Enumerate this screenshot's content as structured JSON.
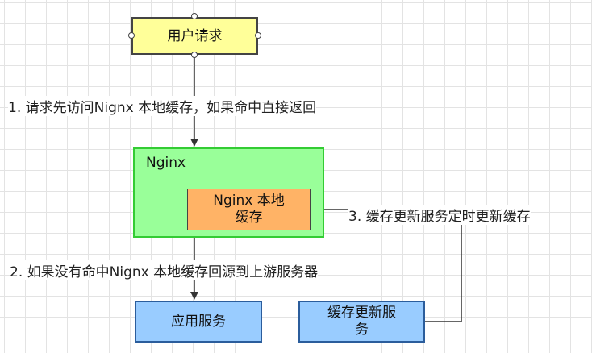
{
  "nodes": {
    "user_request": "用户请求",
    "nginx_container": "Nginx",
    "nginx_cache": "Nginx 本地\n缓存",
    "app_service": "应用服务",
    "cache_update_service": "缓存更新服\n务"
  },
  "edges": {
    "step1": "1. 请求先访问Nignx 本地缓存，如果命中直接返回",
    "step2": "2. 如果没有命中Nignx 本地缓存回源到上游服务器",
    "step3": "3. 缓存更新服务定时更新缓存"
  },
  "colors": {
    "user_request_fill": "#ffff99",
    "nginx_fill": "#99ff99",
    "nginx_border": "#33cc33",
    "cache_fill": "#ffb366",
    "service_fill": "#99ccff",
    "service_border": "#2b5d9c",
    "edge": "#333333"
  }
}
